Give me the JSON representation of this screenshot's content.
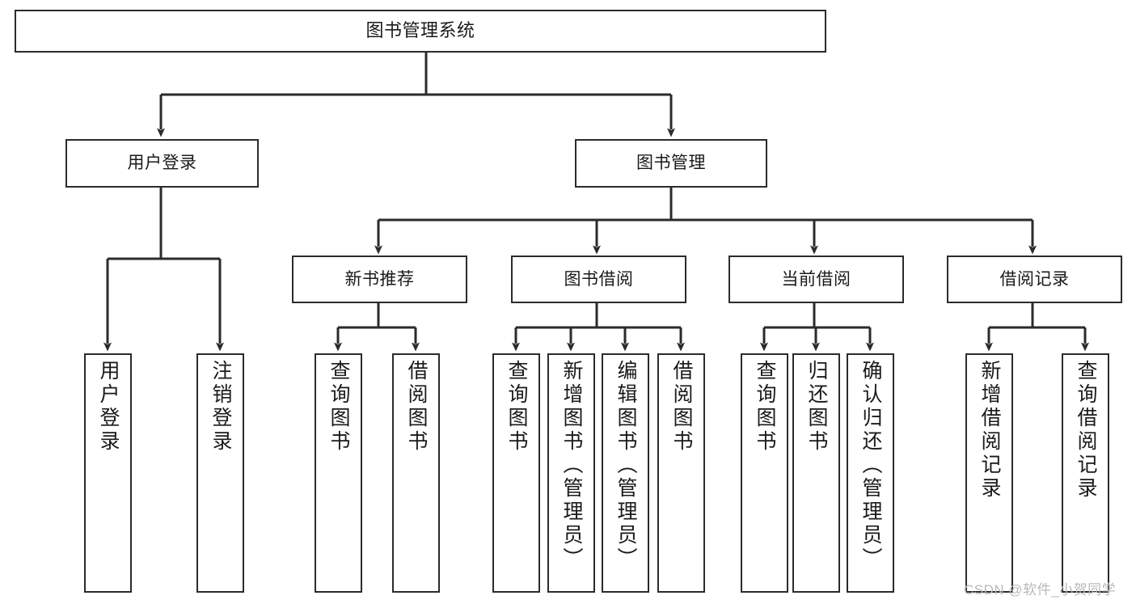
{
  "diagram": {
    "type": "tree-hierarchy",
    "title": "图书管理系统",
    "watermark": "CSDN @软件_小贺同学",
    "colors": {
      "box_border": "#2b2b2b",
      "box_fill": "#ffffff",
      "line": "#2b2b2b",
      "text": "#1a1a1a",
      "watermark": "#b9b9b9",
      "background": "#ffffff"
    },
    "levels": {
      "root": {
        "label": "图书管理系统"
      },
      "level2": [
        {
          "label": "用户登录"
        },
        {
          "label": "图书管理"
        }
      ],
      "level3": [
        {
          "label": "新书推荐"
        },
        {
          "label": "图书借阅"
        },
        {
          "label": "当前借阅"
        },
        {
          "label": "借阅记录"
        }
      ]
    },
    "nodes": {
      "root": "图书管理系统",
      "user_login": "用户登录",
      "book_mgmt": "图书管理",
      "new_book_rec": "新书推荐",
      "book_borrow": "图书借阅",
      "current_borrow": "当前借阅",
      "borrow_record": "借阅记录",
      "leaf_user_login": "用户登录",
      "leaf_user_logout": "注销登录",
      "leaf_query_book_1": "查询图书",
      "leaf_borrow_book_1": "借阅图书",
      "leaf_query_book_2": "查询图书",
      "leaf_add_book_admin": "新增图书（管理员）",
      "leaf_edit_book_admin": "编辑图书（管理员）",
      "leaf_borrow_book_2": "借阅图书",
      "leaf_query_book_3": "查询图书",
      "leaf_return_book": "归还图书",
      "leaf_confirm_return_admin": "确认归还（管理员）",
      "leaf_add_record": "新增借阅记录",
      "leaf_query_record": "查询借阅记录"
    }
  }
}
